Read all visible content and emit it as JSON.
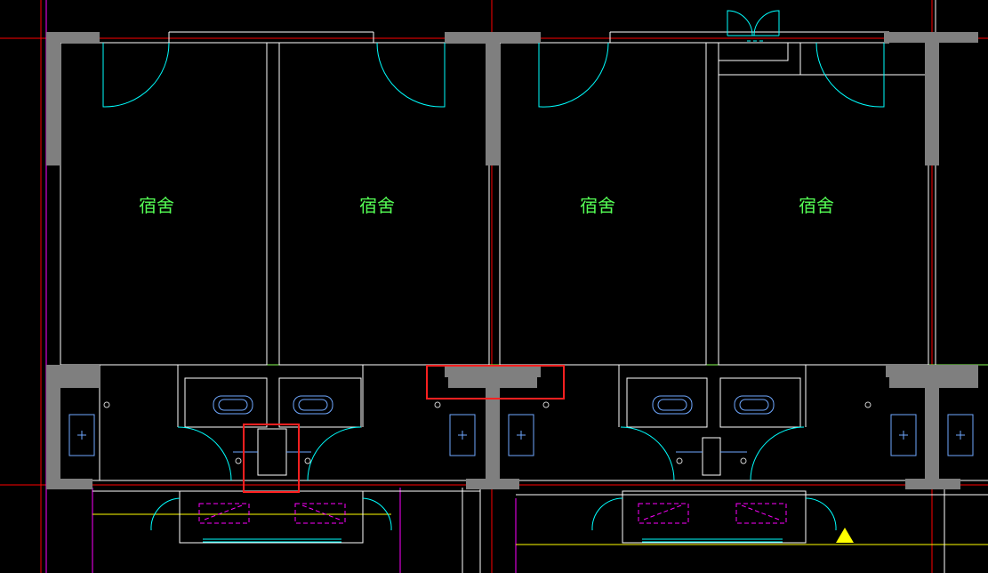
{
  "rooms": [
    {
      "label": "宿舍"
    },
    {
      "label": "宿舍"
    },
    {
      "label": "宿舍"
    },
    {
      "label": "宿舍"
    }
  ],
  "colors": {
    "background": "#000000",
    "wall": "#ffffff",
    "column": "#7f7f7f",
    "grid_axis": "#ff0000",
    "door_swing": "#00ffff",
    "room_text": "#55ff55",
    "magenta_line": "#ff00ff",
    "yellow_line": "#ffff00",
    "selection_box": "#ff2020"
  },
  "icons": {
    "door": "door-arc-icon",
    "sink": "sink-icon",
    "toilet": "toilet-icon",
    "drain": "floor-drain-icon",
    "grip": "warning-triangle-icon"
  }
}
